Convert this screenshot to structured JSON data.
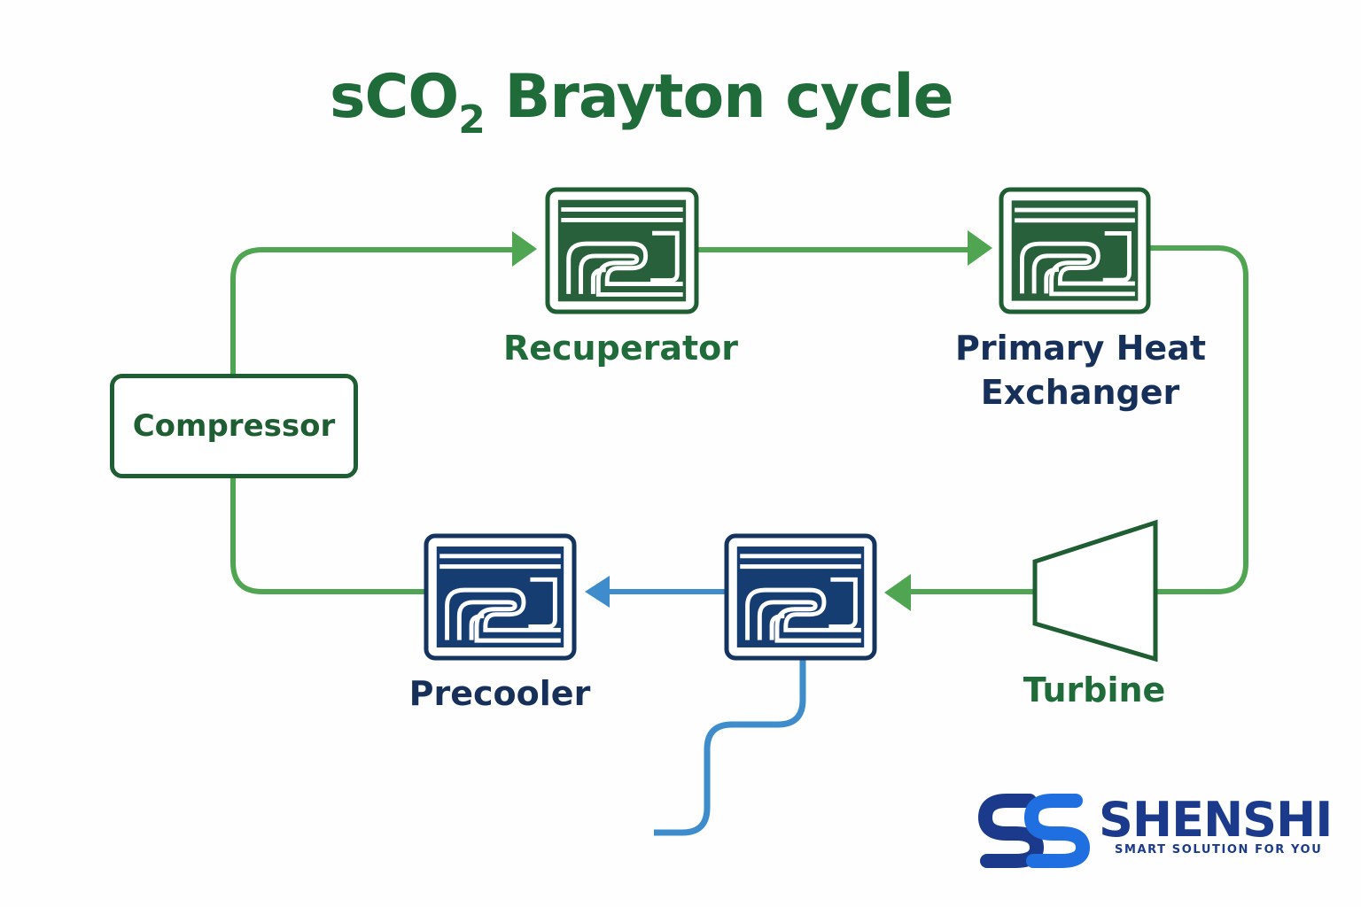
{
  "title": {
    "main": "sCO",
    "subscript": "2",
    "rest": " Brayton cycle"
  },
  "components": {
    "recuperator": {
      "label": "Recuperator"
    },
    "primary_heat_exchanger": {
      "label_line1": "Primary Heat",
      "label_line2": "Exchanger"
    },
    "compressor": {
      "label": "Compressor"
    },
    "precooler": {
      "label": "Precooler"
    },
    "turbine": {
      "label": "Turbine"
    }
  },
  "logo": {
    "name": "SHENSHI",
    "tagline": "SMART SOLUTION FOR YOU"
  },
  "colors": {
    "title_green": "#1f6b3a",
    "loop_green": "#4fa552",
    "hx_green_fill": "#27603a",
    "hx_navy_fill": "#163d72",
    "cooling_blue": "#3f8ccc",
    "label_navy": "#16305a",
    "logo_blue": "#1b3a8c",
    "logo_mark_blue": "#1f6fe0"
  }
}
